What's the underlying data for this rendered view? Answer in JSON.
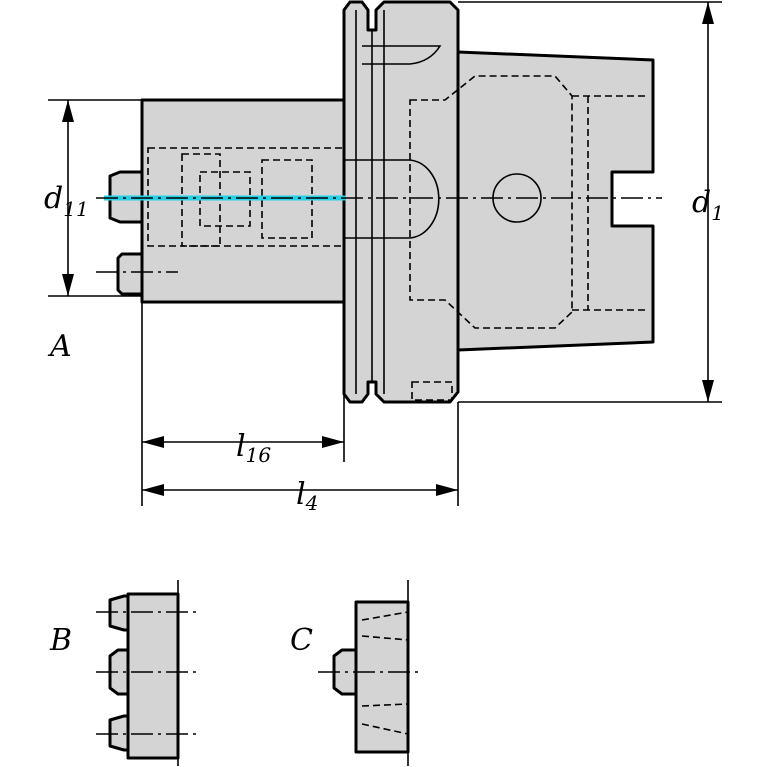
{
  "labels": {
    "d11": {
      "main": "d",
      "sub": "11"
    },
    "d1": {
      "main": "d",
      "sub": "1"
    },
    "l16": {
      "main": "l",
      "sub": "16"
    },
    "l4": {
      "main": "l",
      "sub": "4"
    },
    "variant_a": "A",
    "variant_b": "B",
    "variant_c": "C"
  },
  "colors": {
    "body_fill": "#d4d4d4",
    "outline": "#000000",
    "coolant_channel": "#25d0e8"
  }
}
